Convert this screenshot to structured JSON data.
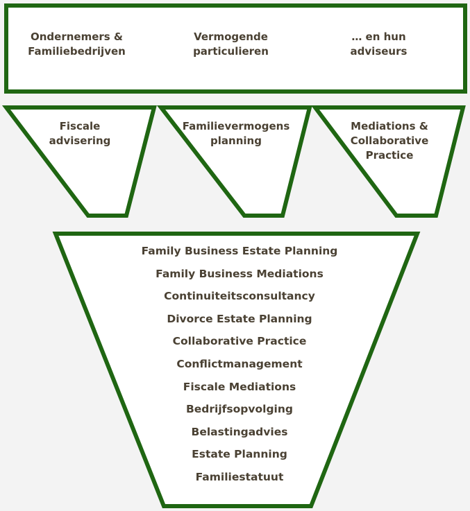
{
  "colors": {
    "stroke": "#1f6612",
    "fill": "#ffffff",
    "text": "#4a4133",
    "background": "#f3f3f3"
  },
  "top_box": {
    "groups": [
      {
        "line1": "Ondernemers &",
        "line2": "Familiebedrijven"
      },
      {
        "line1": "Vermogende",
        "line2": "particulieren"
      },
      {
        "line1": "… en hun",
        "line2": "adviseurs"
      }
    ]
  },
  "funnels": [
    {
      "line1": "Fiscale",
      "line2": "advisering",
      "line3": ""
    },
    {
      "line1": "Familievermogens",
      "line2": "planning",
      "line3": ""
    },
    {
      "line1": "Mediations &",
      "line2": "Collaborative",
      "line3": "Practice"
    }
  ],
  "big_funnel": {
    "items": [
      "Family Business Estate Planning",
      "Family Business Mediations",
      "Continuiteitsconsultancy",
      "Divorce Estate Planning",
      "Collaborative Practice",
      "Conflictmanagement",
      "Fiscale Mediations",
      "Bedrijfsopvolging",
      "Belastingadvies",
      "Estate Planning",
      "Familiestatuut"
    ]
  }
}
